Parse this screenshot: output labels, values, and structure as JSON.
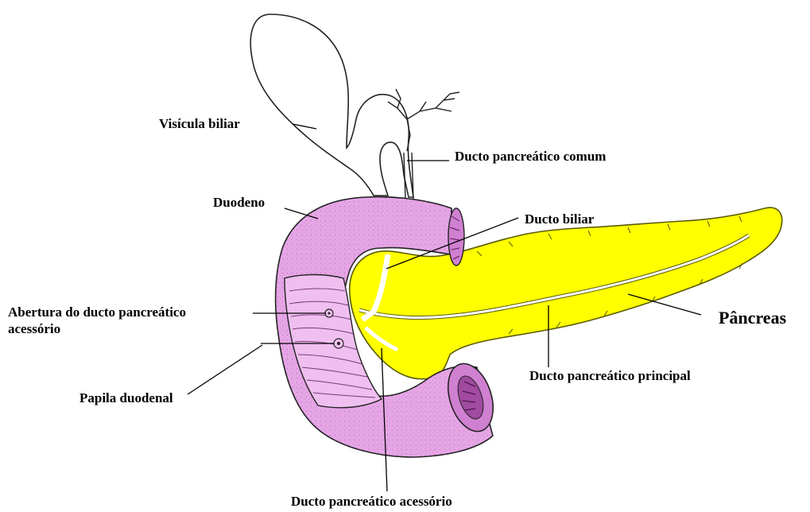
{
  "colors": {
    "pancreas_fill": "#ffff00",
    "pancreas_outline": "#5a5a00",
    "duodenum_fill": "#e6a6e6",
    "duodenum_dark": "#b36ab3",
    "duct_fill": "#ffffff",
    "outline": "#222222",
    "leader": "#000000"
  },
  "labels": {
    "gallbladder": "Visícula biliar",
    "common_pancreatic_duct": "Ducto pancreático comum",
    "duodenum": "Duodeno",
    "bile_duct": "Ducto biliar",
    "accessory_opening_line1": "Abertura do ducto pancreático",
    "accessory_opening_line2": "acessório",
    "pancreas": "Pâncreas",
    "duodenal_papilla": "Papila duodenal",
    "main_pancreatic_duct": "Ducto pancreático principal",
    "accessory_pancreatic_duct": "Ducto pancreático acessório"
  }
}
